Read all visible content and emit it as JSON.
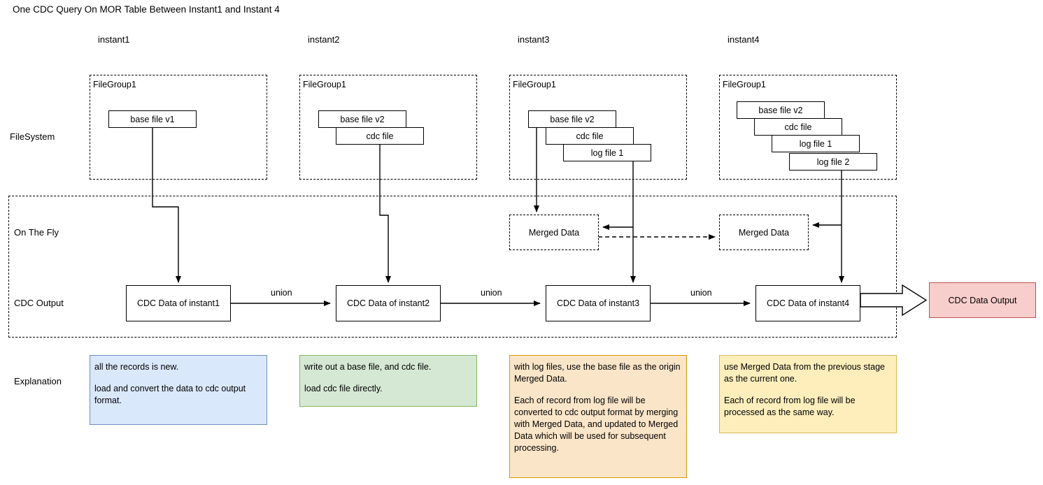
{
  "title": "One CDC Query On MOR Table Between Instant1 and Instant 4",
  "columns": [
    {
      "label": "instant1"
    },
    {
      "label": "instant2"
    },
    {
      "label": "instant3"
    },
    {
      "label": "instant4"
    }
  ],
  "row_labels": {
    "filesystem": "FileSystem",
    "on_the_fly": "On The Fly",
    "cdc_output": "CDC Output",
    "explanation": "Explanation"
  },
  "file_groups": [
    {
      "title": "FileGroup1",
      "files": [
        "base file v1"
      ]
    },
    {
      "title": "FileGroup1",
      "files": [
        "base file v2",
        "cdc file"
      ]
    },
    {
      "title": "FileGroup1",
      "files": [
        "base file v2",
        "cdc file",
        "log file 1"
      ]
    },
    {
      "title": "FileGroup1",
      "files": [
        "base file v2",
        "cdc file",
        "log file 1",
        "log file 2"
      ]
    }
  ],
  "merged_data": [
    {
      "label": "Merged Data"
    },
    {
      "label": "Merged Data"
    }
  ],
  "cdc_nodes": [
    {
      "label": "CDC Data of instant1"
    },
    {
      "label": "CDC Data of instant2"
    },
    {
      "label": "CDC Data of instant3"
    },
    {
      "label": "CDC Data of instant4"
    }
  ],
  "union_labels": [
    "union",
    "union",
    "union"
  ],
  "output": {
    "label": "CDC Data Output",
    "fill": "#f8cecc",
    "stroke": "#b85450"
  },
  "explanations": [
    {
      "fill": "#dae8fc",
      "stroke": "#6c8ebf",
      "paragraphs": [
        "all the records is new.",
        "load and convert the data to cdc output format."
      ]
    },
    {
      "fill": "#d5e8d4",
      "stroke": "#82b366",
      "paragraphs": [
        "write out a base file, and cdc file.",
        "load cdc file directly."
      ]
    },
    {
      "fill": "#fae5c8",
      "stroke": "#d79b00",
      "paragraphs": [
        "with log files, use the base file as the origin Merged Data.",
        "Each of record from log file will be converted to cdc output format by merging with Merged Data, and updated to Merged Data which will be used for subsequent processing."
      ]
    },
    {
      "fill": "#fdeebc",
      "stroke": "#d6b656",
      "paragraphs": [
        "use Merged Data from the previous stage as the current one.",
        "Each of record from log file will be processed as the same way."
      ]
    }
  ]
}
